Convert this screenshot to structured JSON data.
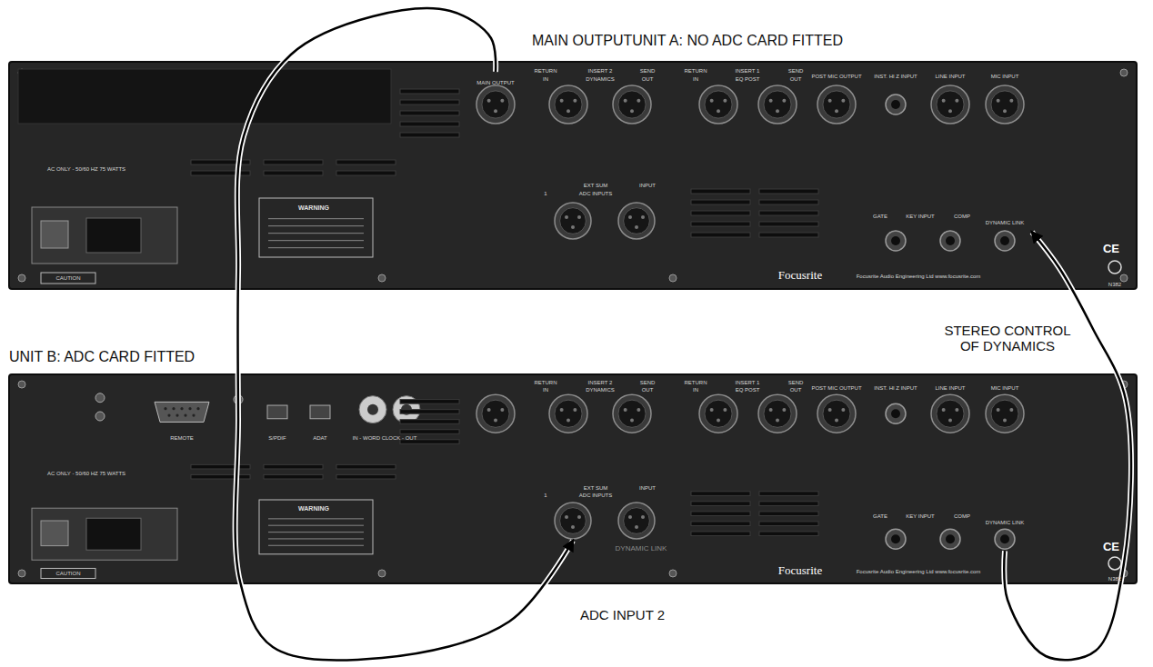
{
  "diagram": {
    "nodes": [
      {
        "text": [
          "MAIN OUTPUTUNIT A: NO ADC CARD FITTED"
        ]
      },
      {
        "text": [
          "MAIN OUTPUT"
        ],
        "in": 0
      },
      {
        "text": [
          "DYNAMIC LINK"
        ],
        "in": 0
      },
      {
        "text": [
          "UNIT B: ADC CARD FITTED"
        ]
      },
      {
        "text": [
          "ADC INPUT 2"
        ],
        "in": 3
      },
      {
        "text": [
          "DYNAMIC LINK"
        ],
        "in": 3
      }
    ],
    "edges": [
      {
        "from": 1,
        "to": 4,
        "arrow": "to"
      },
      {
        "from": 5,
        "to": 2,
        "arrow": "to",
        "label": "STEREO CONTROL OF DYNAMICS"
      }
    ],
    "labels": [
      "RETURN",
      "INSERT 2",
      "SEND",
      "IN",
      "DYNAMICS",
      "OUT",
      "RETURN",
      "INSERT 1",
      "SEND",
      "IN",
      "EQ POST",
      "OUT",
      "POST MIC OUTPUT",
      "INST. HI Z INPUT",
      "LINE INPUT",
      "MIC INPUT",
      "EXT SUM",
      "INPUT",
      "1",
      "ADC INPUTS",
      "GATE",
      "KEY INPUT",
      "COMP",
      "AC ONLY - 50/60 HZ 75 WATTS",
      "WARNING",
      "CAUTION",
      "Focusrite",
      "Focusrite Audio Engineering Ltd www.focusrite.com",
      "CE",
      "N382",
      "RETURN",
      "INSERT 2",
      "SEND",
      "IN",
      "DYNAMICS",
      "OUT",
      "RETURN",
      "INSERT 1",
      "SEND",
      "IN",
      "EQ POST",
      "OUT",
      "POST MIC OUTPUT",
      "INST. HI Z INPUT",
      "LINE INPUT",
      "MIC INPUT",
      "EXT SUM",
      "INPUT",
      "1",
      "ADC INPUTS",
      "GATE",
      "KEY INPUT",
      "COMP",
      "AC ONLY - 50/60 HZ 75 WATTS",
      "WARNING",
      "CAUTION",
      "Focusrite",
      "Focusrite Audio Engineering Ltd www.focusrite.com",
      "CE",
      "N382",
      "REMOTE",
      "S/PDIF",
      "ADAT",
      "IN - WORD CLOCK - OUT",
      "DYNAMIC LINK"
    ]
  }
}
